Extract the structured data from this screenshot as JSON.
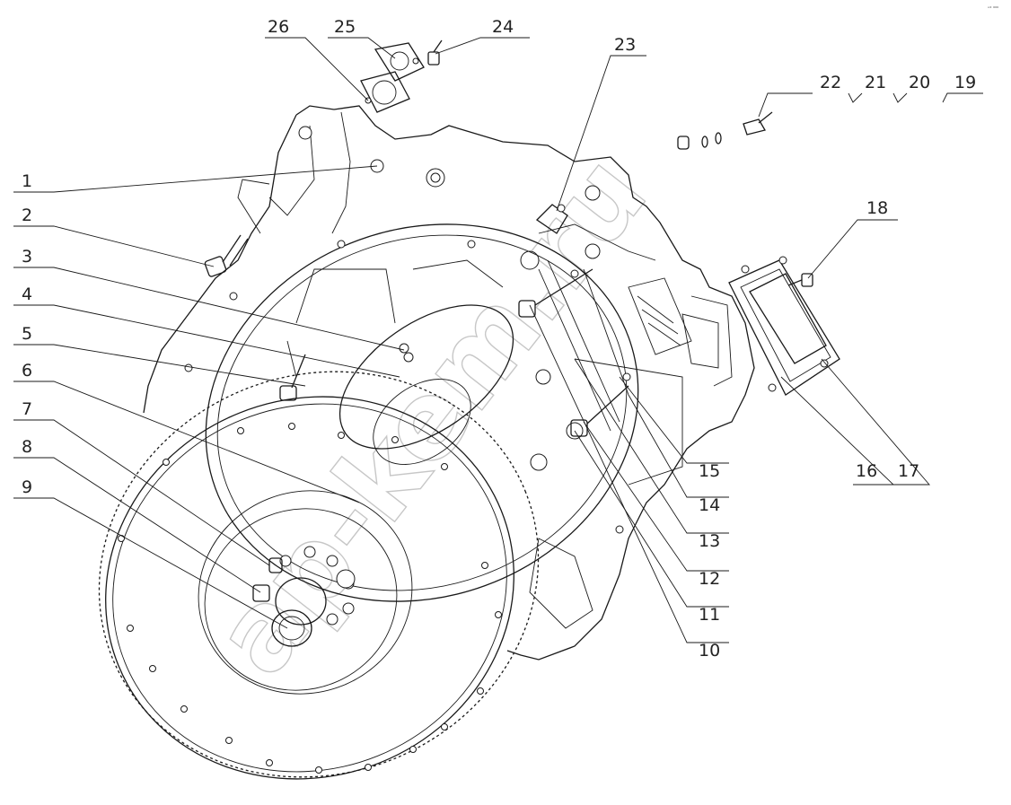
{
  "corner_mark": "ᵒ° ⁰⁰⁰",
  "watermark": "ap-kem.ru",
  "callouts": {
    "c1": "1",
    "c2": "2",
    "c3": "3",
    "c4": "4",
    "c5": "5",
    "c6": "6",
    "c7": "7",
    "c8": "8",
    "c9": "9",
    "c10": "10",
    "c11": "11",
    "c12": "12",
    "c13": "13",
    "c14": "14",
    "c15": "15",
    "c16": "16",
    "c17": "17",
    "c18": "18",
    "c19": "19",
    "c20": "20",
    "c21": "21",
    "c22": "22",
    "c23": "23",
    "c24": "24",
    "c25": "25",
    "c26": "26"
  }
}
